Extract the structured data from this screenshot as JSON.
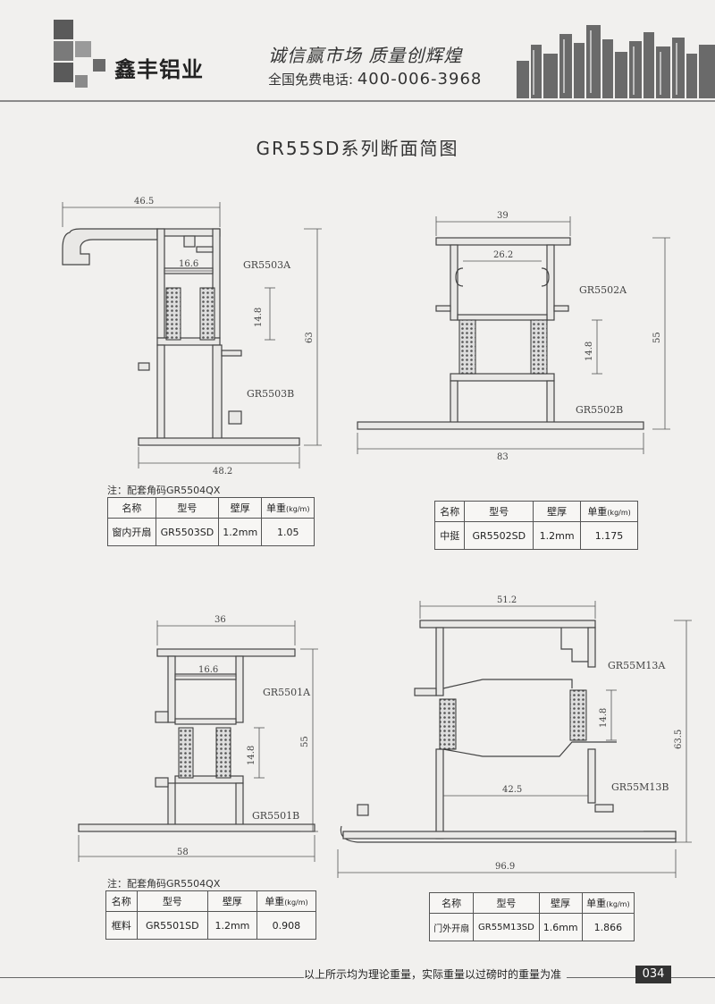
{
  "header": {
    "brand": "鑫丰铝业",
    "slogan": "诚信赢市场   质量创辉煌",
    "hotline_label": "全国免费电话:",
    "hotline_number": "400-006-3968"
  },
  "page_title": "GR55SD系列断面简图",
  "drawings": {
    "d1": {
      "dim_top": "46.5",
      "dim_inner": "16.6",
      "dim_mid": "14.8",
      "dim_height": "63",
      "dim_bottom": "48.2",
      "part_top": "GR5503A",
      "part_bottom": "GR5503B"
    },
    "d2": {
      "dim_top": "39",
      "dim_inner": "26.2",
      "dim_mid": "14.8",
      "dim_height": "55",
      "dim_bottom": "83",
      "part_top": "GR5502A",
      "part_bottom": "GR5502B"
    },
    "d3": {
      "dim_top": "36",
      "dim_inner": "16.6",
      "dim_mid": "14.8",
      "dim_height": "55",
      "dim_bottom": "58",
      "part_top": "GR5501A",
      "part_bottom": "GR5501B"
    },
    "d4": {
      "dim_top": "51.2",
      "dim_inner": "42.5",
      "dim_mid": "14.8",
      "dim_height": "63.5",
      "dim_bottom": "96.9",
      "part_top": "GR55M13A",
      "part_bottom": "GR55M13B"
    }
  },
  "tables": {
    "headers": [
      "名称",
      "型号",
      "壁厚",
      "单重",
      "(kg/m)"
    ],
    "t1": {
      "note": "注：配套角码GR5504QX",
      "row": [
        "窗内开扇",
        "GR5503SD",
        "1.2mm",
        "1.05"
      ]
    },
    "t2": {
      "note": "",
      "row": [
        "中挺",
        "GR5502SD",
        "1.2mm",
        "1.175"
      ]
    },
    "t3": {
      "note": "注：配套角码GR5504QX",
      "row": [
        "框料",
        "GR5501SD",
        "1.2mm",
        "0.908"
      ]
    },
    "t4": {
      "note": "",
      "row": [
        "门外开扇",
        "GR55M13SD",
        "1.6mm",
        "1.866"
      ]
    }
  },
  "footer": {
    "text": "以上所示均为理论重量，实际重量以过磅时的重量为准",
    "page": "034"
  }
}
